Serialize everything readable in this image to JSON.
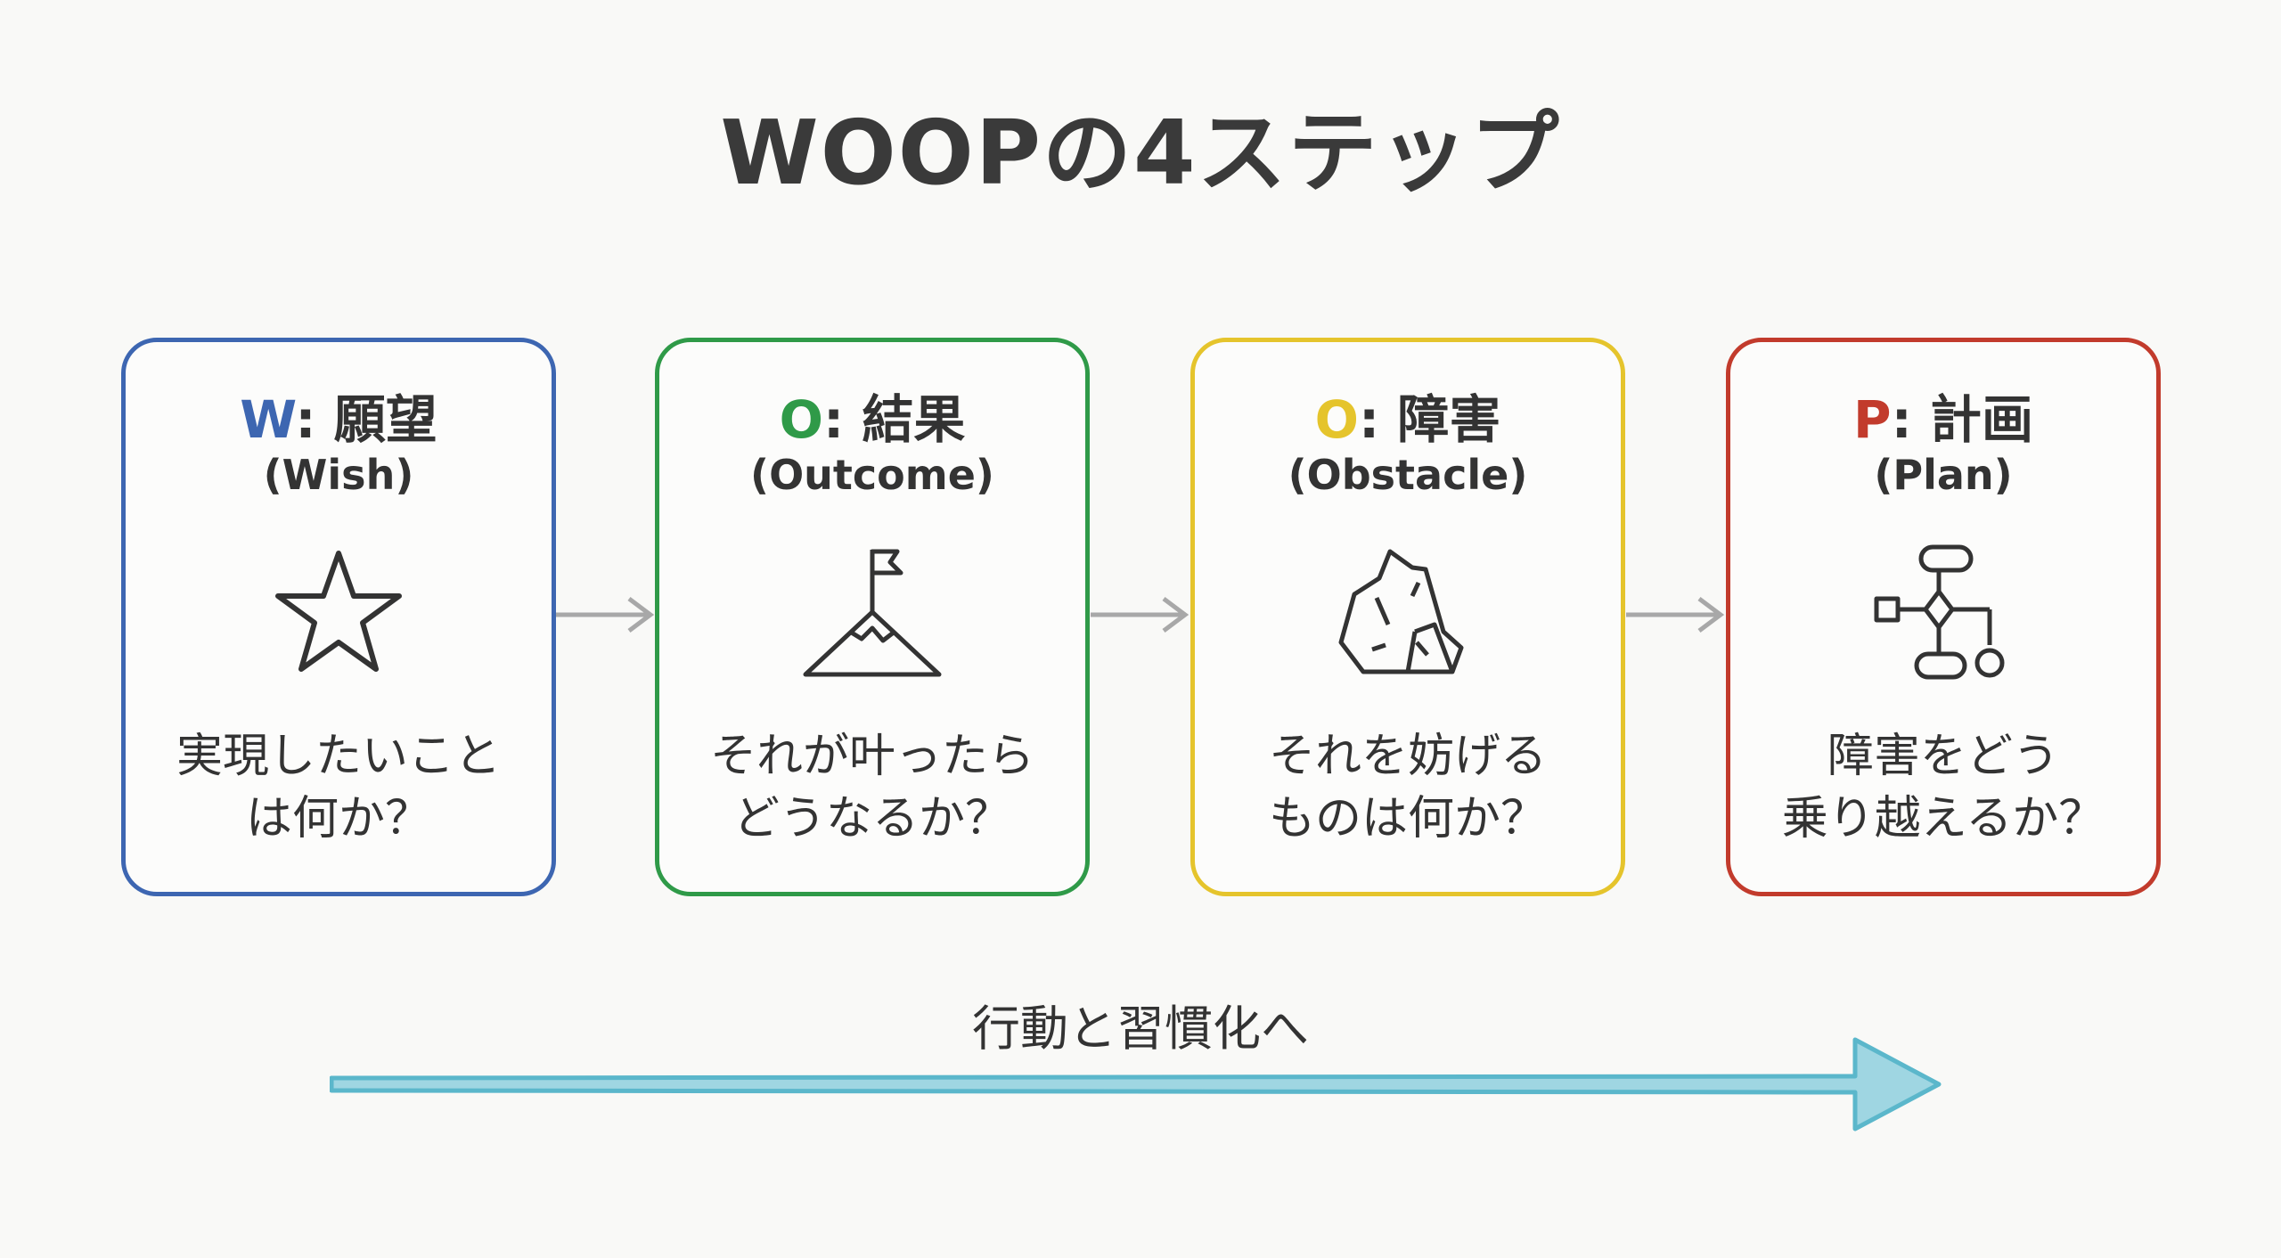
{
  "title": "WOOPの4ステップ",
  "steps": [
    {
      "letter": "W",
      "rest": ": 願望",
      "english": "(Wish)",
      "question_lines": [
        "実現したいこと",
        "は何か？"
      ],
      "color": "#3d66b1",
      "icon": "star-icon"
    },
    {
      "letter": "O",
      "rest": ": 結果",
      "english": "(Outcome)",
      "question_lines": [
        "それが叶ったら",
        "どうなるか？"
      ],
      "color": "#2f9a48",
      "icon": "mountain-flag-icon"
    },
    {
      "letter": "O",
      "rest": ": 障害",
      "english": "(Obstacle)",
      "question_lines": [
        "それを妨げる",
        "ものは何か？"
      ],
      "color": "#e5c42c",
      "icon": "rock-icon"
    },
    {
      "letter": "P",
      "rest": ": 計画",
      "english": "(Plan)",
      "question_lines": [
        "障害をどう",
        "乗り越えるか？"
      ],
      "color": "#c23b2c",
      "icon": "flowchart-icon"
    }
  ],
  "flow": {
    "label": "行動と習慣化へ",
    "color": "#5bb7cb",
    "fill": "#9fd6e2"
  },
  "connector_color": "#a8a8a8"
}
